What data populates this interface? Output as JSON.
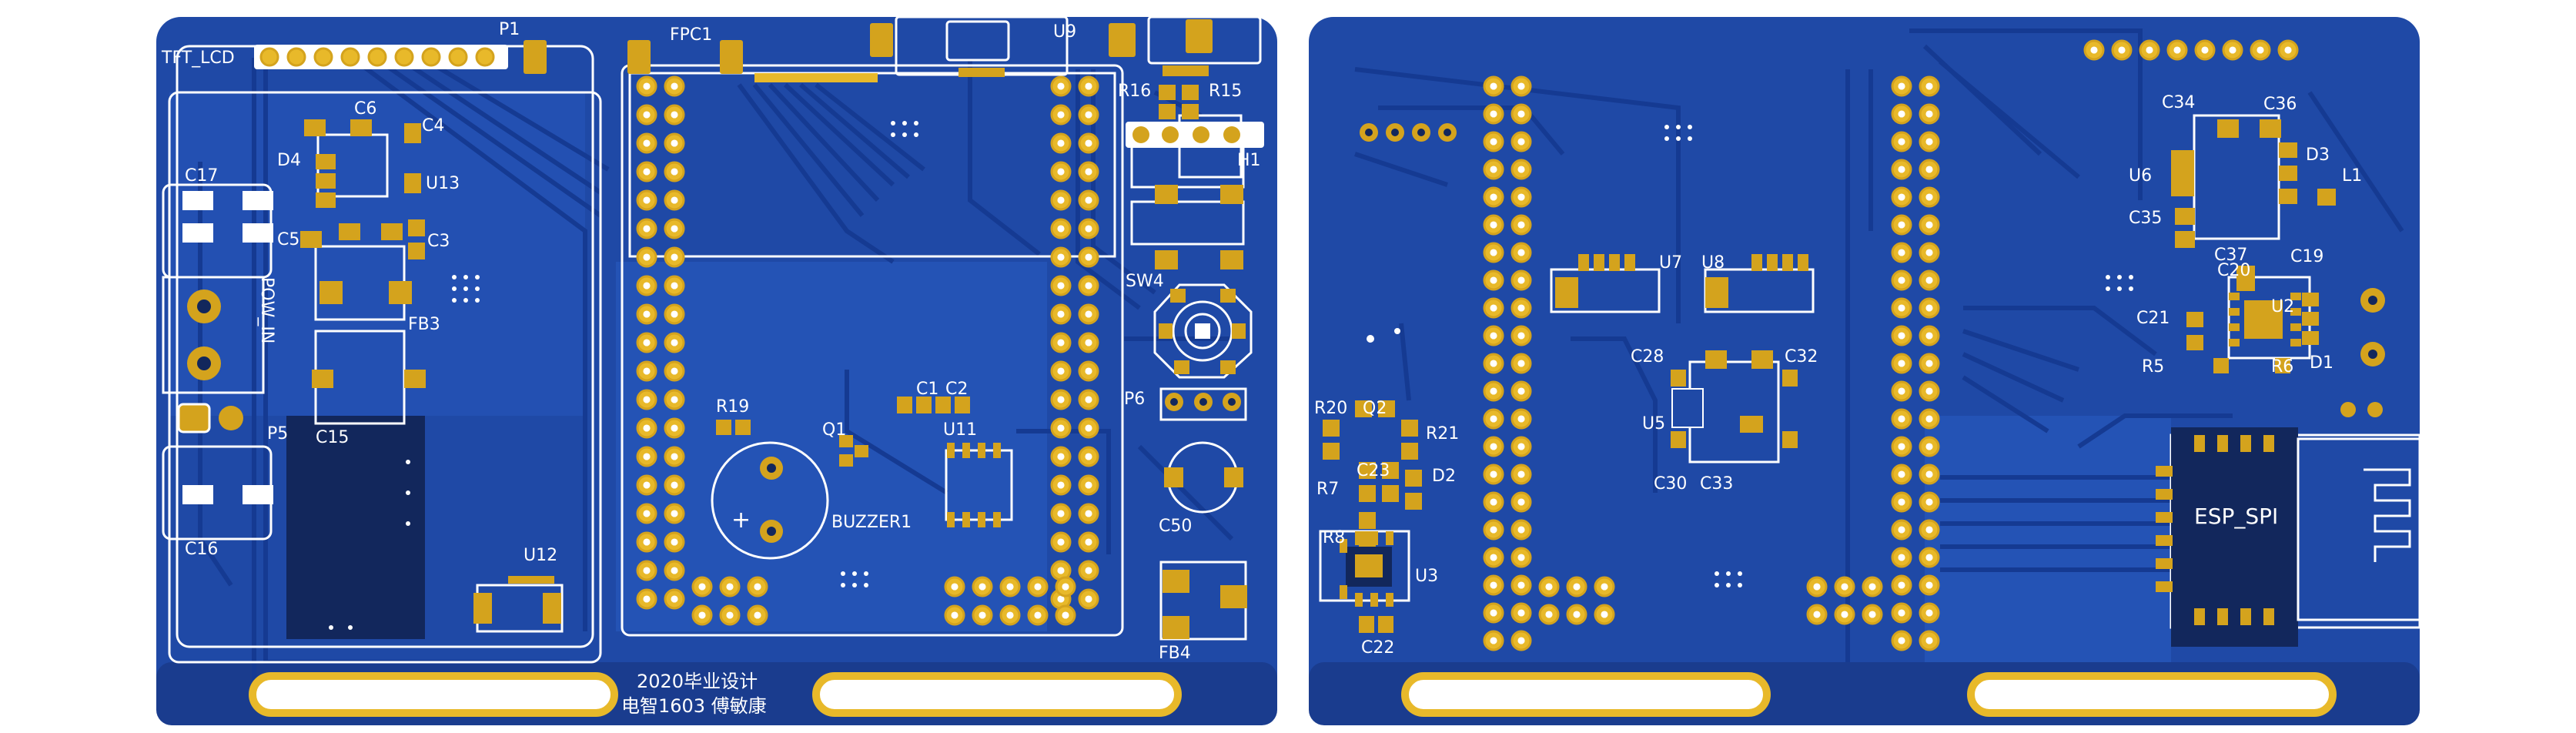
{
  "colors": {
    "page_bg": "#ffffff",
    "board": "#1f49a6",
    "board_edge": "#1a3c8e",
    "pour": "#2b5fc8",
    "trace": "#153a92",
    "pad_gold": "#d4a31d",
    "pad_ring": "#e8b92a",
    "silk": "#ffffff",
    "dark_navy": "#12275c",
    "slot": "#f4d36a"
  },
  "left_board": {
    "labels": {
      "tft_lcd": "TFT_LCD",
      "p1": "P1",
      "fpc1": "FPC1",
      "u9": "U9",
      "r16": "R16",
      "r15": "R15",
      "h1": "H1",
      "c6": "C6",
      "c4": "C4",
      "d4": "D4",
      "u13": "U13",
      "c17": "C17",
      "c5": "C5",
      "c3": "C3",
      "pow_in": "POW_IN",
      "fb3": "FB3",
      "p5": "P5",
      "c15": "C15",
      "c16": "C16",
      "r19": "R19",
      "q1": "Q1",
      "c1": "C1",
      "c2": "C2",
      "u11": "U11",
      "buzzer1": "BUZZER1",
      "sw4": "SW4",
      "p6": "P6",
      "c50": "C50",
      "u12": "U12",
      "fb4": "FB4",
      "plus": "+"
    },
    "footer_line1": "2020毕业设计",
    "footer_line2": "电智1603 傅敏康"
  },
  "right_board": {
    "labels": {
      "u7": "U7",
      "u8": "U8",
      "c28": "C28",
      "c32": "C32",
      "u5": "U5",
      "c30": "C30",
      "c33": "C33",
      "r20": "R20",
      "q2": "Q2",
      "r21": "R21",
      "c23": "C23",
      "d2": "D2",
      "r7": "R7",
      "r8": "R8",
      "u3": "U3",
      "c22": "C22",
      "c34": "C34",
      "c36": "C36",
      "u6": "U6",
      "d3": "D3",
      "l1": "L1",
      "c35": "C35",
      "c37": "C37",
      "c20": "C20",
      "c19": "C19",
      "c21": "C21",
      "u2": "U2",
      "r5": "R5",
      "r6": "R6",
      "d1": "D1",
      "esp_spi": "ESP_SPI"
    }
  }
}
